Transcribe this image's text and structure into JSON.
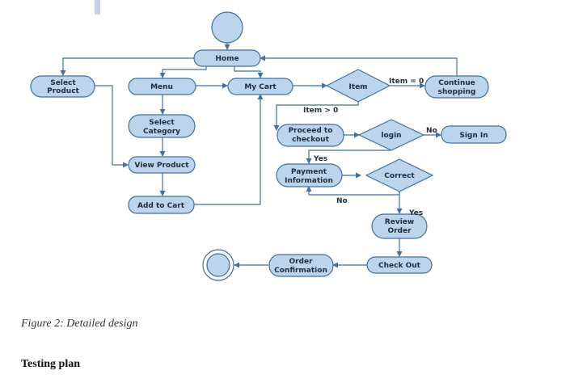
{
  "nodes": {
    "home": "Home",
    "select_product": [
      "Select",
      "Product"
    ],
    "menu": "Menu",
    "my_cart": "My Cart",
    "item": "Item",
    "continue_shopping": [
      "Continue",
      "shopping"
    ],
    "select_category": [
      "Select",
      "Category"
    ],
    "view_product": "View Product",
    "add_to_cart": "Add to Cart",
    "proceed_to_checkout": [
      "Proceed to",
      "checkout"
    ],
    "login": "login",
    "sign_in": "Sign In",
    "payment_information": [
      "Payment",
      "Information"
    ],
    "correct": "Correct",
    "review_order": [
      "Review",
      "Order"
    ],
    "check_out": "Check Out",
    "order_confirmation": [
      "Order",
      "Confirmation"
    ]
  },
  "edge_labels": {
    "item_zero": "Item = 0",
    "item_gt_zero": "Item > 0",
    "login_no": "No",
    "login_yes": "Yes",
    "correct_no": "No",
    "correct_yes": "Yes"
  },
  "caption": "Figure 2: Detailed design",
  "section_heading": "Testing plan",
  "colors": {
    "node_fill": "#bcd4ec",
    "node_stroke": "#41719c"
  }
}
